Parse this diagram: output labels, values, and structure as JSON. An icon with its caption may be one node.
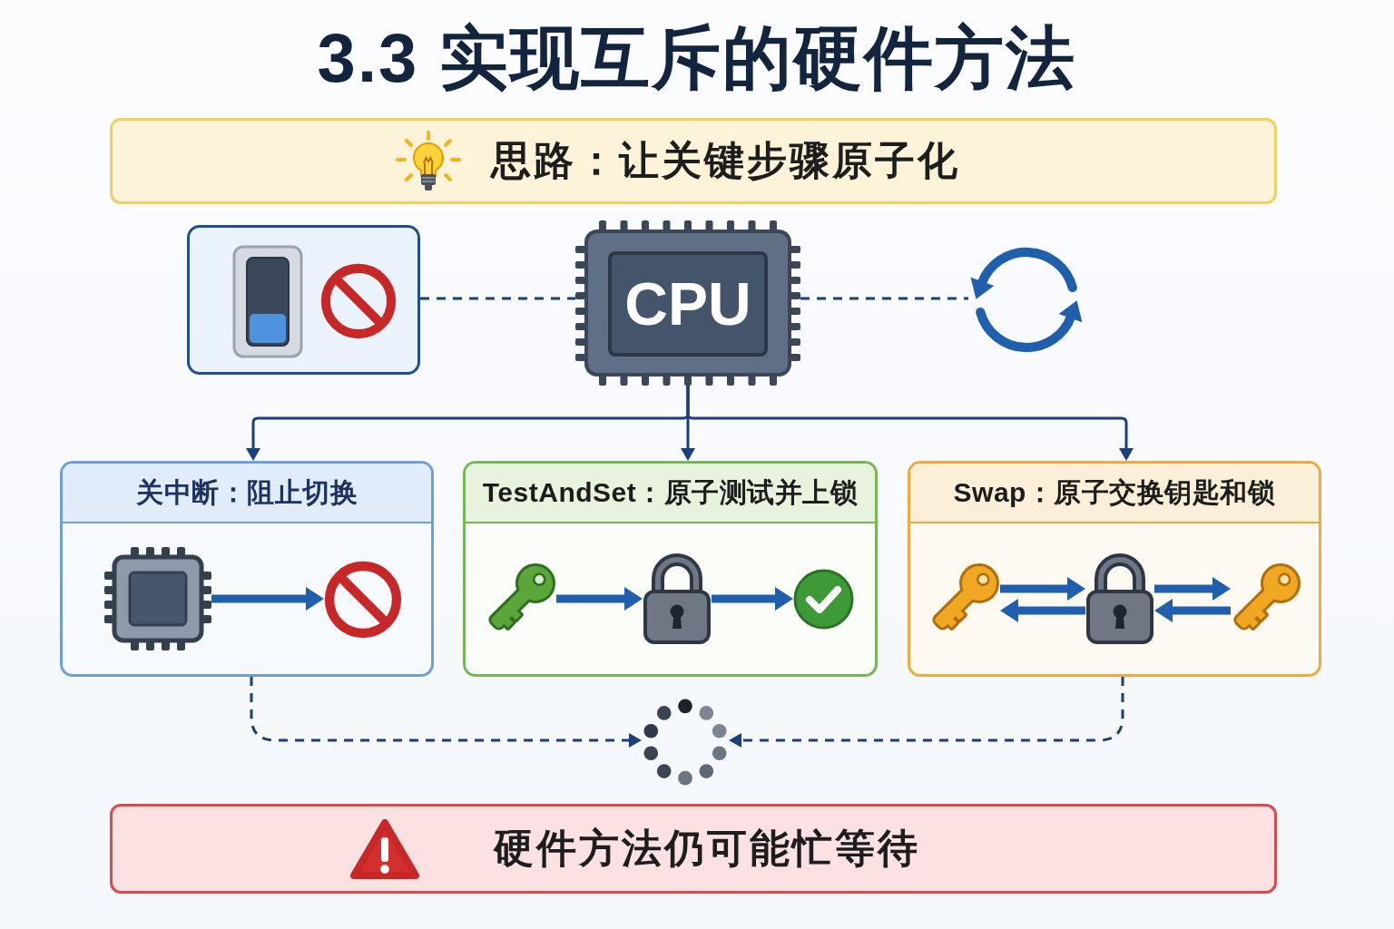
{
  "diagram": {
    "title": "3.3 实现互斥的硬件方法",
    "nodes": [
      {
        "text": [
          "思路：让关键步骤原子化"
        ]
      },
      {
        "text": [],
        "shape": "box"
      },
      {
        "text": [
          "CPU"
        ]
      },
      {
        "text": [],
        "shape": "picture"
      },
      {
        "text": [
          "关中断：阻止切换"
        ]
      },
      {
        "text": [],
        "shape": "picture",
        "in": 4
      },
      {
        "text": [],
        "shape": "picture",
        "in": 4
      },
      {
        "text": [
          "TestAndSet：原子测试并上锁"
        ]
      },
      {
        "text": [],
        "shape": "picture",
        "in": 7
      },
      {
        "text": [],
        "shape": "picture",
        "in": 7
      },
      {
        "text": [],
        "shape": "picture",
        "in": 7
      },
      {
        "text": [
          "Swap：原子交换钥匙和锁"
        ]
      },
      {
        "text": [],
        "shape": "picture",
        "in": 11
      },
      {
        "text": [],
        "shape": "picture",
        "in": 11
      },
      {
        "text": [],
        "shape": "picture",
        "in": 11
      },
      {
        "text": [],
        "shape": "picture"
      },
      {
        "text": [
          "硬件方法仍可能忙等待"
        ]
      }
    ],
    "edges": [
      {
        "from": 1,
        "to": 2,
        "arrow": "none",
        "style": "dashed"
      },
      {
        "from": 2,
        "to": 3,
        "arrow": "none",
        "style": "dashed"
      },
      {
        "from": 2,
        "to": 4,
        "arrow": "to"
      },
      {
        "from": 2,
        "to": 7,
        "arrow": "to"
      },
      {
        "from": 2,
        "to": 11,
        "arrow": "to"
      },
      {
        "from": 5,
        "to": 6,
        "arrow": "to",
        "style": "thick",
        "color": "#1f5fae"
      },
      {
        "from": 8,
        "to": 9,
        "arrow": "to",
        "style": "thick",
        "color": "#1f5fae"
      },
      {
        "from": 9,
        "to": 10,
        "arrow": "to",
        "style": "thick",
        "color": "#1f5fae"
      },
      {
        "from": 12,
        "to": 13,
        "arrow": "to",
        "style": "thick",
        "color": "#1f5fae"
      },
      {
        "from": 13,
        "to": 12,
        "arrow": "to",
        "style": "thick",
        "color": "#1f5fae"
      },
      {
        "from": 13,
        "to": 14,
        "arrow": "to",
        "style": "thick",
        "color": "#1f5fae"
      },
      {
        "from": 14,
        "to": 13,
        "arrow": "to",
        "style": "thick",
        "color": "#1f5fae"
      },
      {
        "from": 4,
        "to": 15,
        "arrow": "to",
        "style": "dashed"
      },
      {
        "from": 11,
        "to": 15,
        "arrow": "to",
        "style": "dashed"
      }
    ]
  }
}
